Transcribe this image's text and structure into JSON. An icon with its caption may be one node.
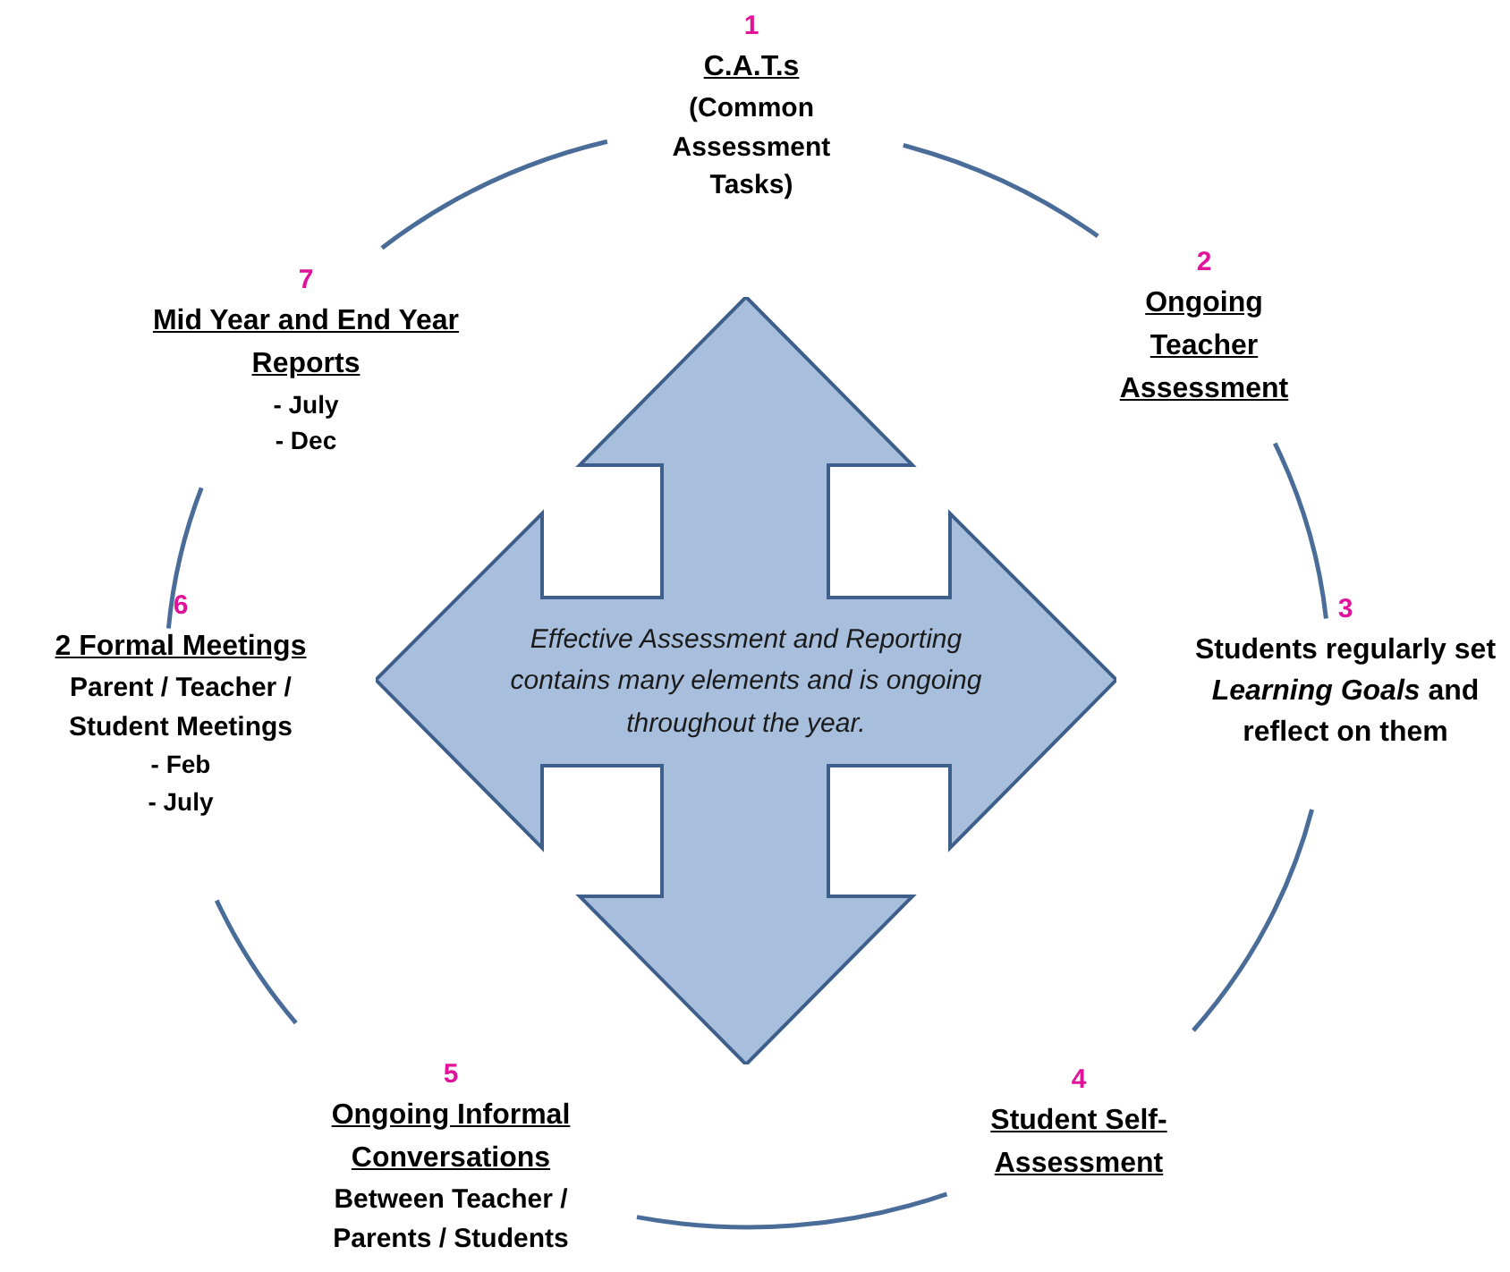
{
  "diagram": {
    "nodes": [
      {
        "text": [
          "1",
          "C.A.T.s",
          "(Common Assessment Tasks)"
        ]
      },
      {
        "text": [
          "2",
          "Ongoing Teacher Assessment"
        ]
      },
      {
        "text": [
          "3",
          "Students regularly set *Learning Goals* and reflect on them"
        ]
      },
      {
        "text": [
          "4",
          "Student Self-Assessment"
        ]
      },
      {
        "text": [
          "5",
          "Ongoing Informal Conversations",
          "Between Teacher / Parents / Students"
        ]
      },
      {
        "text": [
          "6",
          "2 Formal Meetings",
          "Parent / Teacher / Student Meetings",
          "- Feb",
          "- July"
        ]
      },
      {
        "text": [
          "7",
          "Mid Year and End Year Reports",
          "- July",
          "- Dec"
        ]
      },
      {
        "text": [
          "Effective Assessment and Reporting contains many elements and is ongoing throughout the year."
        ]
      }
    ],
    "edges": [
      {
        "from": 0,
        "to": 1,
        "arrow": "none"
      },
      {
        "from": 1,
        "to": 2,
        "arrow": "none"
      },
      {
        "from": 2,
        "to": 3,
        "arrow": "none"
      },
      {
        "from": 3,
        "to": 4,
        "arrow": "none"
      },
      {
        "from": 4,
        "to": 5,
        "arrow": "none"
      },
      {
        "from": 5,
        "to": 6,
        "arrow": "none"
      },
      {
        "from": 6,
        "to": 0,
        "arrow": "none"
      }
    ]
  }
}
